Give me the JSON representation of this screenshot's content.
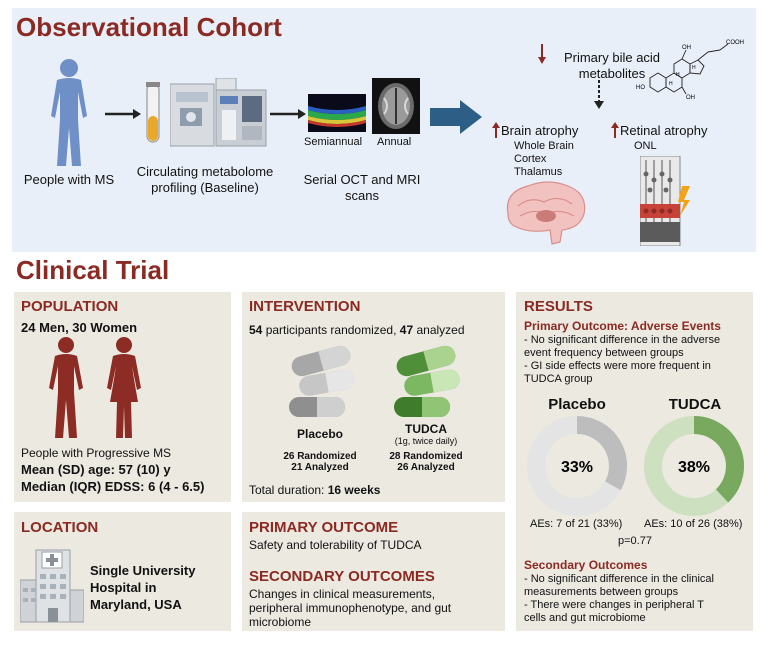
{
  "cohort": {
    "title": "Observational Cohort",
    "people_label": "People with MS",
    "profiling_label": "Circulating metabolome profiling (Baseline)",
    "scan_semiannual": "Semiannual",
    "scan_annual": "Annual",
    "scans_label": "Serial OCT and MRI scans",
    "bile_acid_label": "Primary bile acid metabolites",
    "brain_atrophy": "Brain atrophy",
    "brain_regions": [
      "Whole Brain",
      "Cortex",
      "Thalamus"
    ],
    "retinal_atrophy": "Retinal atrophy",
    "retinal_region": "ONL",
    "molecule_labels": {
      "oh1": "OH",
      "oh2": "OH",
      "oh3": "HO",
      "cooh": "COOH",
      "h1": "H",
      "h2": "H",
      "h3": "H"
    }
  },
  "trial": {
    "title": "Clinical Trial",
    "population": {
      "heading": "POPULATION",
      "counts": "24 Men, 30 Women",
      "type": "People with Progressive MS",
      "age": "Mean (SD) age: 57 (10) y",
      "edss": "Median (IQR) EDSS: 6 (4 - 6.5)"
    },
    "location": {
      "heading": "LOCATION",
      "place_lines": [
        "Single University",
        "Hospital in",
        "Maryland, USA"
      ]
    },
    "intervention": {
      "heading": "INTERVENTION",
      "randomized_num": "54",
      "randomized_text": "participants randomized,",
      "analyzed_num": "47",
      "analyzed_text": "analyzed",
      "placebo": {
        "name": "Placebo",
        "randomized": "26 Randomized",
        "analyzed": "21 Analyzed"
      },
      "tudca": {
        "name": "TUDCA",
        "dose": "(1g, twice daily)",
        "randomized": "28 Randomized",
        "analyzed": "26 Analyzed"
      },
      "duration_label": "Total duration:",
      "duration_value": "16 weeks"
    },
    "primary_outcome": {
      "heading": "PRIMARY OUTCOME",
      "text": "Safety and tolerability of TUDCA"
    },
    "secondary_outcomes": {
      "heading": "SECONDARY OUTCOMES",
      "lines": [
        "Changes in clinical measurements,",
        "peripheral immunophenotype, and gut",
        "microbiome"
      ]
    },
    "results": {
      "heading": "RESULTS",
      "primary_title": "Primary Outcome: Adverse Events",
      "primary_lines": [
        "- No significant difference in the adverse",
        "event frequency between groups",
        "- GI side effects were more frequent in",
        "TUDCA group"
      ],
      "secondary_title": "Secondary Outcomes",
      "secondary_lines": [
        "- No significant difference in the clinical",
        "measurements between groups",
        "- There were changes in peripheral T",
        "cells and gut microbiome"
      ],
      "p_value": "p=0.77"
    }
  },
  "chart_data": {
    "type": "pie",
    "variant": "donut",
    "charts": [
      {
        "title": "Placebo",
        "value_pct": 33,
        "center_label": "33%",
        "caption": "AEs: 7 of 21 (33%)",
        "fill_color": "#bdbdbd",
        "track_color": "#e4e4e4"
      },
      {
        "title": "TUDCA",
        "value_pct": 38,
        "center_label": "38%",
        "caption": "AEs: 10 of 26 (38%)",
        "fill_color": "#78a95f",
        "track_color": "#cde0bf"
      }
    ]
  }
}
